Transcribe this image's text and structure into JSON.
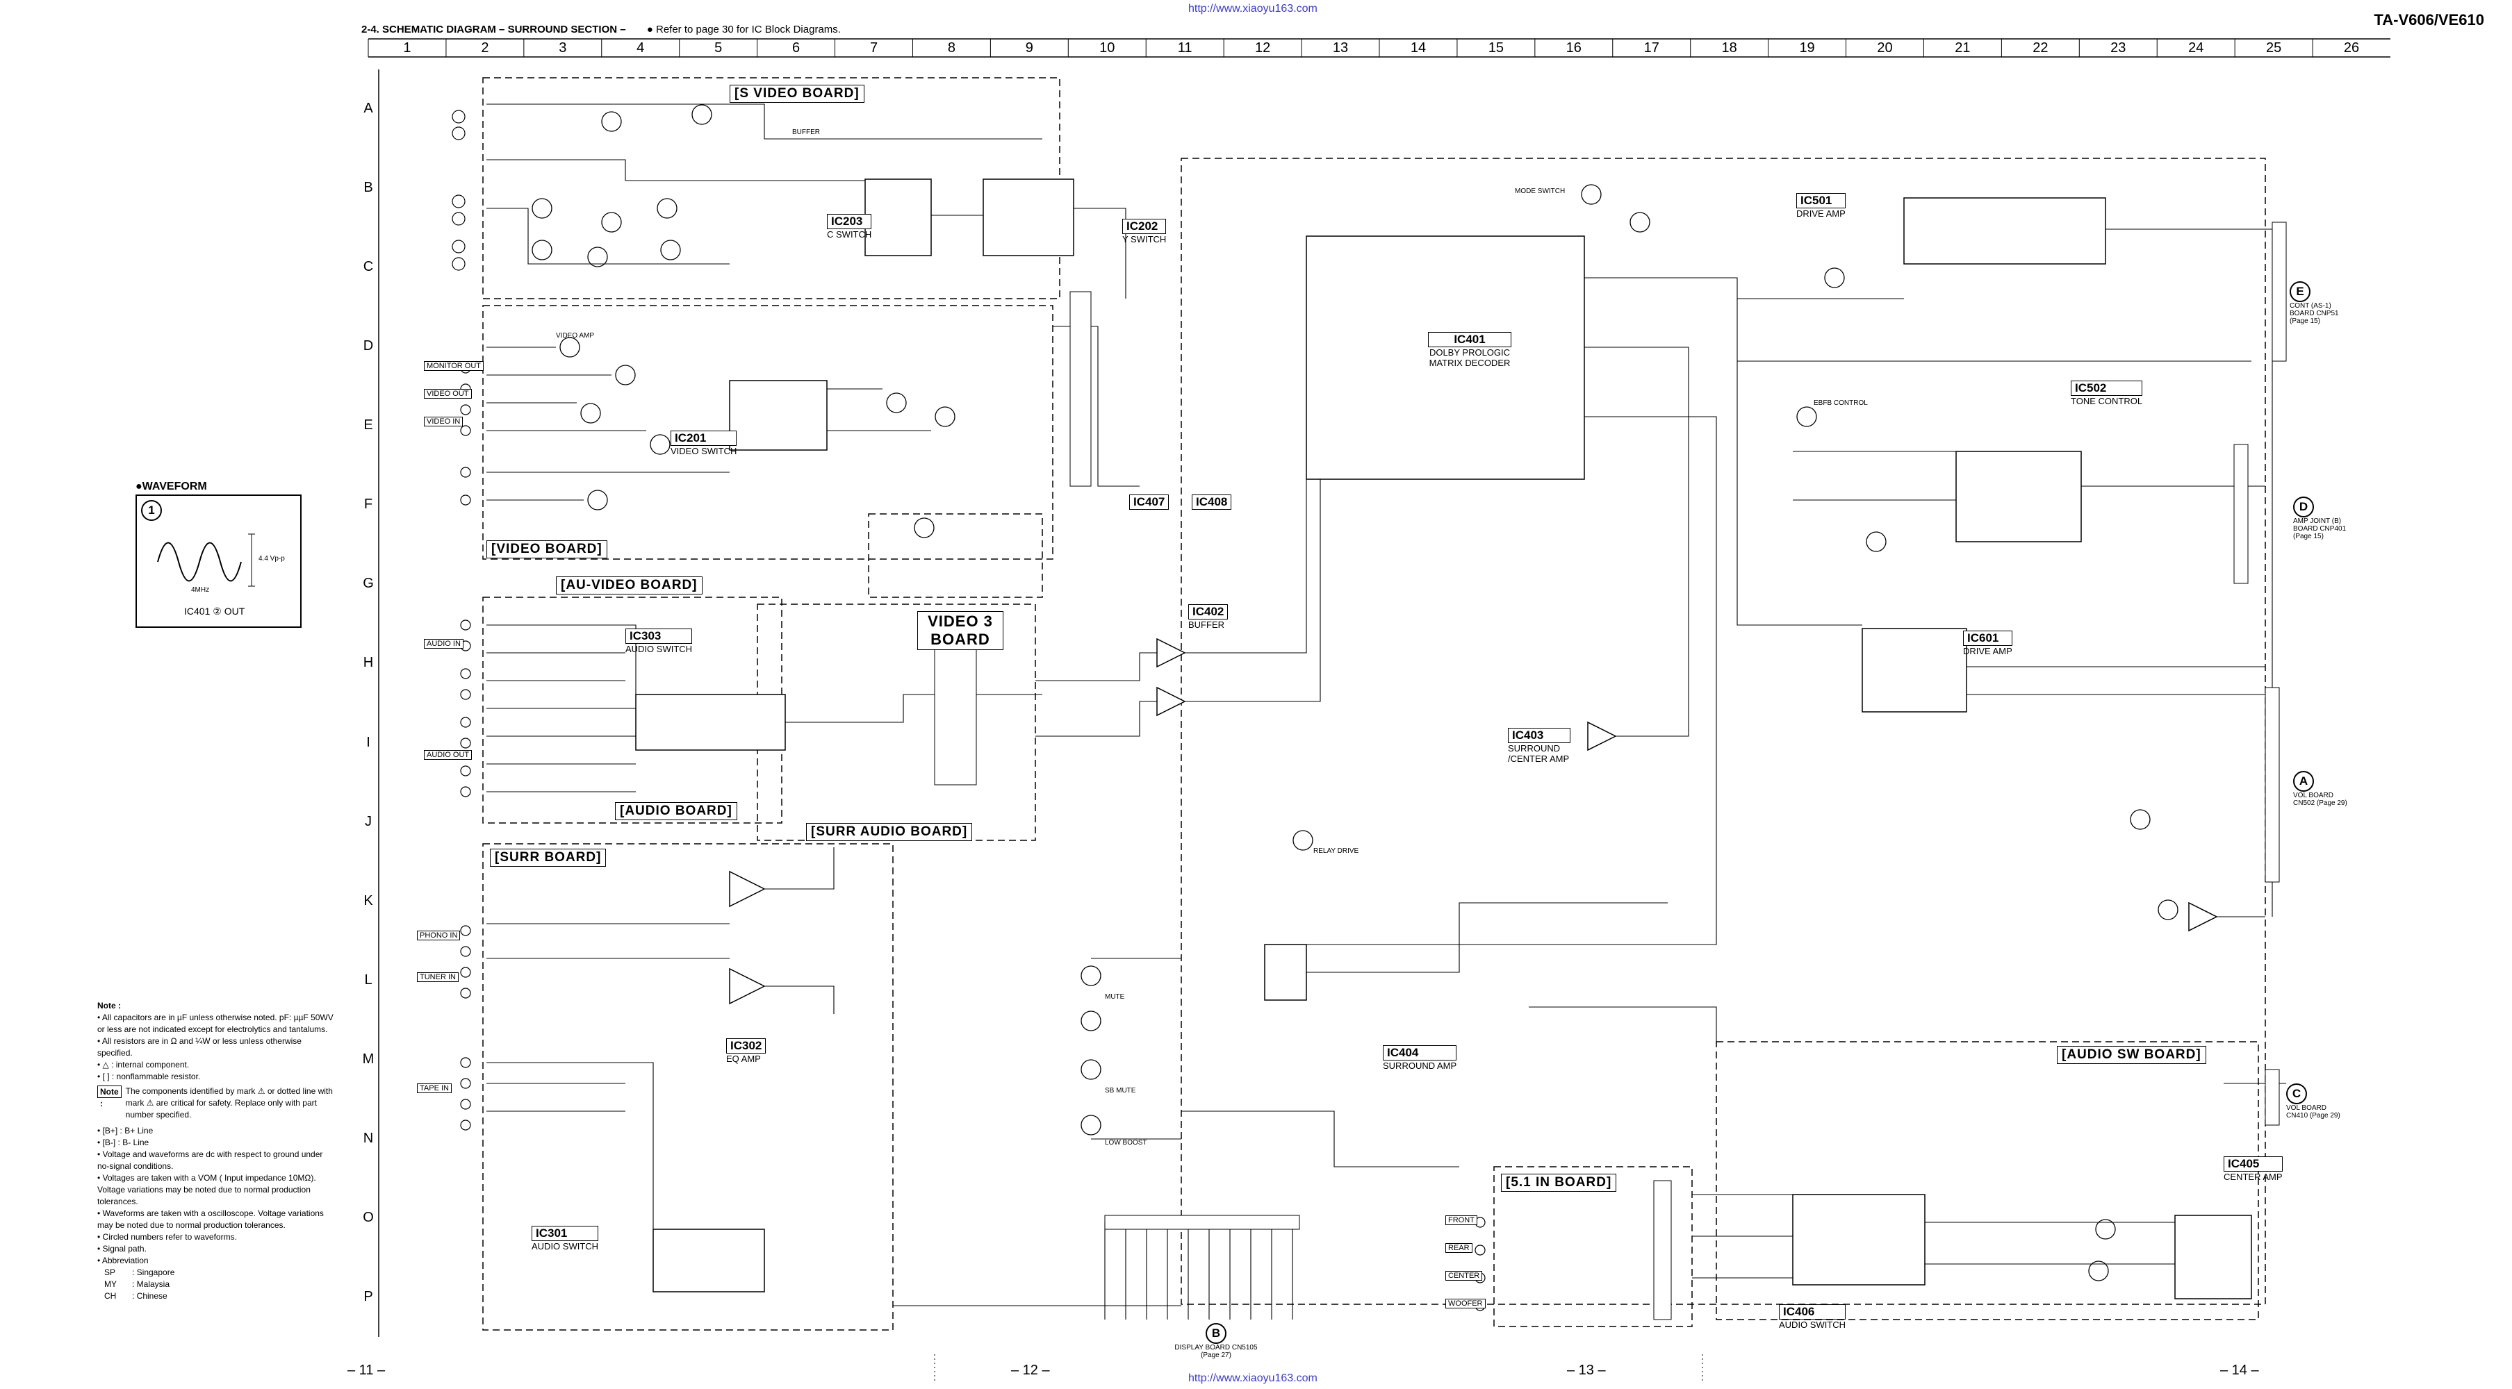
{
  "header": {
    "title": "2-4. SCHEMATIC DIAGRAM – SURROUND SECTION –",
    "note": "● Refer to page 30 for IC Block Diagrams.",
    "model": "TA-V606/VE610",
    "url": "http://www.xiaoyu163.com"
  },
  "grid": {
    "columns": [
      "1",
      "2",
      "3",
      "4",
      "5",
      "6",
      "7",
      "8",
      "9",
      "10",
      "11",
      "12",
      "13",
      "14",
      "15",
      "16",
      "17",
      "18",
      "19",
      "20",
      "21",
      "22",
      "23",
      "24",
      "25",
      "26"
    ],
    "rows": [
      "A",
      "B",
      "C",
      "D",
      "E",
      "F",
      "G",
      "H",
      "I",
      "J",
      "K",
      "L",
      "M",
      "N",
      "O",
      "P"
    ]
  },
  "boards": {
    "s_video": "[S VIDEO BOARD]",
    "video": "[VIDEO BOARD]",
    "au_video": "[AU-VIDEO BOARD]",
    "audio": "[AUDIO BOARD]",
    "surr_audio": "[SURR AUDIO BOARD]",
    "surr": "[SURR BOARD]",
    "video3": "VIDEO 3 BOARD",
    "audio_sw": "[AUDIO SW BOARD]",
    "in51": "[5.1 IN BOARD]"
  },
  "ics": {
    "ic203": {
      "name": "IC203",
      "desc": "C SWITCH"
    },
    "ic202": {
      "name": "IC202",
      "desc": "Y SWITCH"
    },
    "ic201": {
      "name": "IC201",
      "desc": "VIDEO SWITCH"
    },
    "ic303": {
      "name": "IC303",
      "desc": "AUDIO SWITCH"
    },
    "ic302": {
      "name": "IC302",
      "desc": "EQ AMP"
    },
    "ic301": {
      "name": "IC301",
      "desc": "AUDIO SWITCH"
    },
    "ic401": {
      "name": "IC401",
      "desc": "DOLBY PROLOGIC MATRIX DECODER"
    },
    "ic407": {
      "name": "IC407",
      "desc": ""
    },
    "ic408": {
      "name": "IC408",
      "desc": ""
    },
    "ic402": {
      "name": "IC402",
      "desc": "BUFFER"
    },
    "ic403": {
      "name": "IC403",
      "desc": "SURROUND /CENTER AMP"
    },
    "ic404": {
      "name": "IC404",
      "desc": "SURROUND AMP"
    },
    "ic501": {
      "name": "IC501",
      "desc": "DRIVE AMP"
    },
    "ic502": {
      "name": "IC502",
      "desc": "TONE CONTROL"
    },
    "ic601": {
      "name": "IC601",
      "desc": "DRIVE AMP"
    },
    "ic405": {
      "name": "IC405",
      "desc": "CENTER AMP"
    },
    "ic406": {
      "name": "IC406",
      "desc": "AUDIO SWITCH"
    }
  },
  "connectors": {
    "e": {
      "letter": "E",
      "text": "CONT (AS-1) BOARD CNP51 (Page 15)"
    },
    "d": {
      "letter": "D",
      "text": "AMP JOINT (B) BOARD CNP401 (Page 15)"
    },
    "a": {
      "letter": "A",
      "text": "VOL BOARD CN502 (Page 29)"
    },
    "c": {
      "letter": "C",
      "text": "VOL BOARD CN410 (Page 29)"
    },
    "b": {
      "letter": "B",
      "text": "DISPLAY BOARD CN5105 (Page 27)"
    }
  },
  "waveform": {
    "title": "●WAVEFORM",
    "num": "1",
    "freq": "4MHz",
    "amp": "4.4 Vp-p",
    "caption": "IC401 ② OUT"
  },
  "notes": {
    "heading": "Note :",
    "items": [
      "• All capacitors are in µF unless otherwise noted. pF: µµF 50WV or less are not indicated except for electrolytics and tantalums.",
      "• All resistors are in Ω and ¼W or less unless otherwise specified.",
      "• △ : internal component.",
      "• [ ] : nonflammable resistor."
    ],
    "caution_label": "Note :",
    "caution": "The components identified by mark ⚠ or dotted line with mark ⚠ are critical for safety. Replace only with part number specified.",
    "items2": [
      "• [B+] : B+ Line",
      "• [B-] : B- Line",
      "• Voltage and waveforms are dc with respect to ground under no-signal conditions.",
      "• Voltages are taken with a VOM ( Input impedance 10MΩ). Voltage variations may be noted due to normal production tolerances.",
      "• Waveforms are taken with a oscilloscope. Voltage variations may be noted due to normal production tolerances.",
      "• Circled numbers refer to waveforms.",
      "• Signal path.",
      "• Abbreviation"
    ],
    "abbr": [
      [
        "SP",
        ": Singapore"
      ],
      [
        "MY",
        ": Malaysia"
      ],
      [
        "CH",
        ": Chinese"
      ]
    ]
  },
  "pages": [
    "– 11 –",
    "– 12 –",
    "– 13 –",
    "– 14 –"
  ],
  "labels": {
    "monitor_out": "MONITOR OUT",
    "video_out": "VIDEO OUT",
    "video_in": "VIDEO IN",
    "audio_in": "AUDIO IN",
    "audio_out": "AUDIO OUT",
    "phono_in": "PHONO IN",
    "tuner_in": "TUNER IN",
    "tape_in": "TAPE IN",
    "front": "FRONT",
    "center": "CENTER",
    "woofer": "WOOFER",
    "rear": "REAR",
    "relay_drive": "RELAY DRIVE",
    "mute": "MUTE",
    "low_boost": "LOW BOOST",
    "sb_mute": "SB MUTE",
    "display_board": "DISPLAY BOARD CN5105 (Page 27)",
    "buffer": "BUFFER",
    "c_switch": "C SWITCH",
    "video_amp": "VIDEO AMP",
    "mode_switch": "MODE SWITCH",
    "ebfb_control": "EBFB CONTROL"
  }
}
